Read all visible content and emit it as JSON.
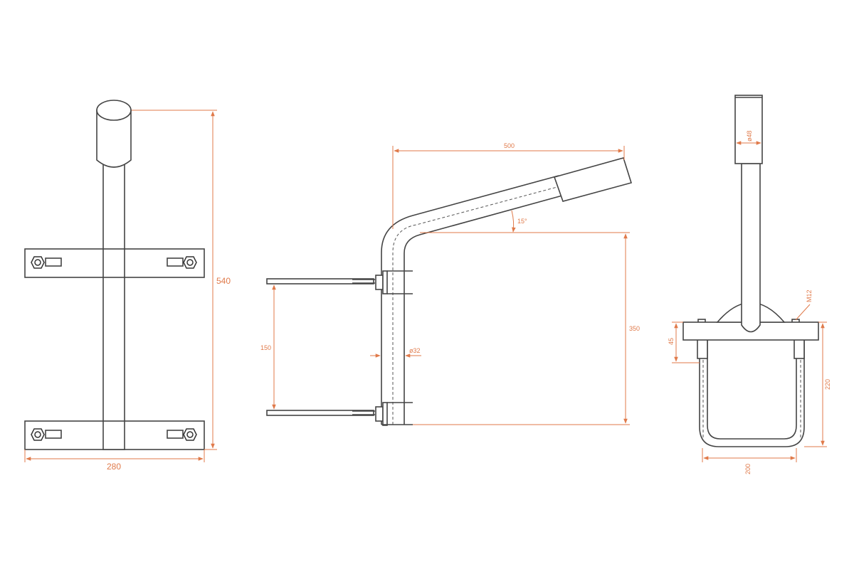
{
  "colors": {
    "line": "#444444",
    "dimension": "#e07a4a",
    "background": "#ffffff"
  },
  "front_view": {
    "height_label": "540",
    "width_label": "280"
  },
  "side_view": {
    "arm_length_label": "500",
    "angle_label": "15°",
    "height_label": "350",
    "clamp_spacing_label": "150",
    "pipe_diameter_label": "ø32"
  },
  "top_view": {
    "spigot_diameter_label": "ø48",
    "bolt_label": "M12",
    "plate_height_label": "45",
    "clamp_depth_label": "220",
    "clamp_width_label": "200"
  }
}
